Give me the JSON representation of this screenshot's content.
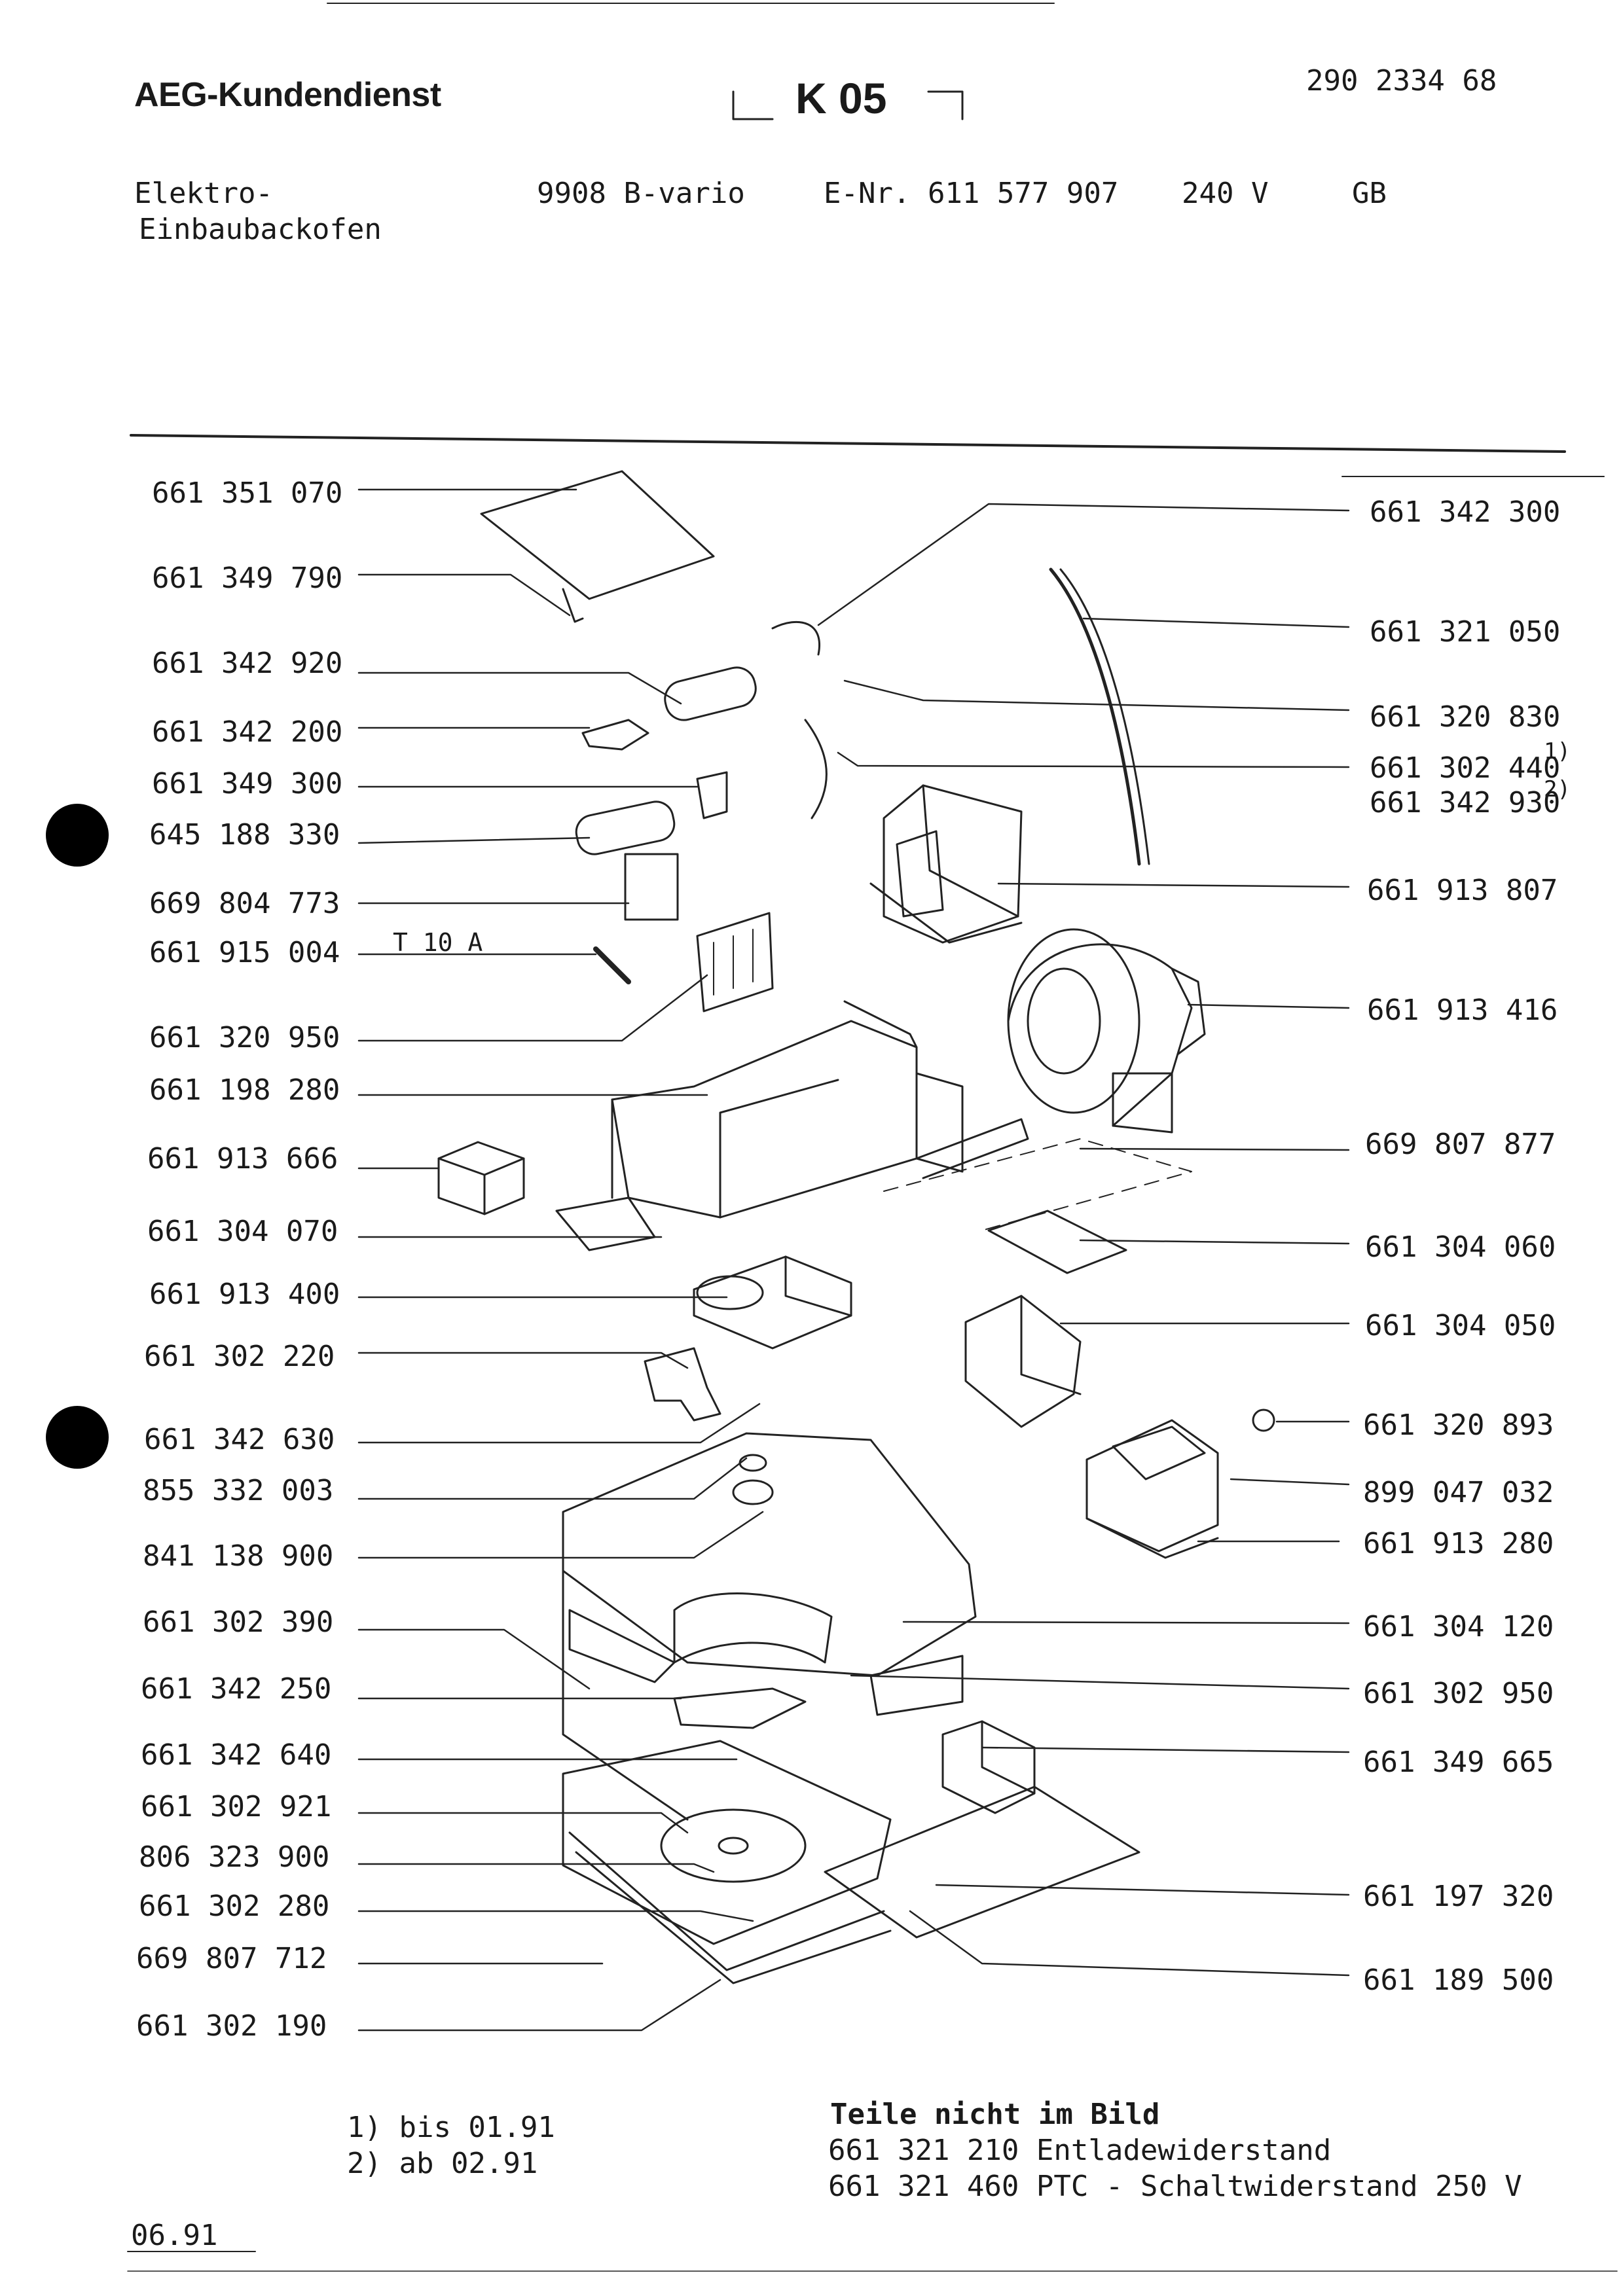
{
  "header": {
    "brand": "AEG-Kundendienst",
    "code": "K 05",
    "doc_number": "290 2334 68"
  },
  "product": {
    "type_line1": "Elektro-",
    "type_line2": "Einbaubackofen",
    "model": "9908 B-vario",
    "enr": "E-Nr. 611 577 907",
    "voltage": "240 V",
    "country": "GB"
  },
  "fuse_label": "T 10 A",
  "parts_left": [
    "661 351 070",
    "661 349 790",
    "661 342 920",
    "661 342 200",
    "661 349 300",
    "645 188 330",
    "669 804 773",
    "661 915 004",
    "661 320 950",
    "661 198 280",
    "661 913 666",
    "661 304 070",
    "661 913 400",
    "661 302 220",
    "661 342 630",
    "855 332 003",
    "841 138 900",
    "661 302 390",
    "661 342 250",
    "661 342 640",
    "661 302 921",
    "806 323 900",
    "661 302 280",
    "669 807 712",
    "661 302 190"
  ],
  "parts_right": [
    "661 342 300",
    "661 321 050",
    "661 320 830",
    "661 302 440",
    "661 342 930",
    "661 913 807",
    "661 913 416",
    "669 807 877",
    "661 304 060",
    "661 304 050",
    "661 320 893",
    "899 047 032",
    "661 913 280",
    "661 304 120",
    "661 302 950",
    "661 349 665",
    "661 197 320",
    "661 189 500"
  ],
  "superscripts": {
    "a": "1)",
    "b": "2)"
  },
  "footnotes": [
    "1) bis 01.91",
    "2) ab 02.91"
  ],
  "not_shown": {
    "title": "Teile nicht im Bild",
    "items": [
      "661 321 210 Entladewiderstand",
      "661 321 460 PTC - Schaltwiderstand 250 V"
    ]
  },
  "date": "06.91"
}
